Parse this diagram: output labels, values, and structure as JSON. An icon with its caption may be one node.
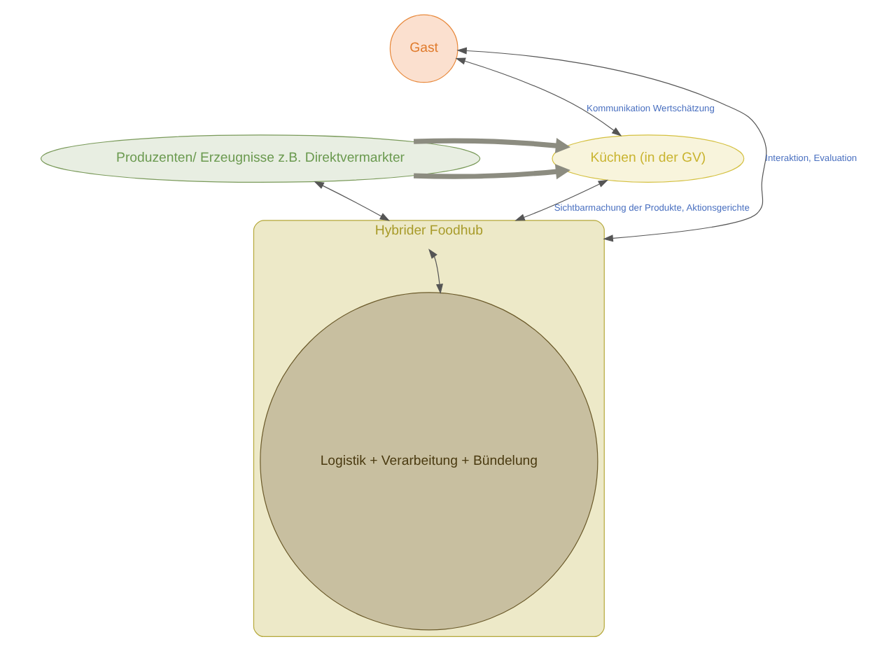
{
  "diagram": {
    "nodes": [
      {
        "text": [
          "Gast"
        ]
      },
      {
        "text": [
          "Produzenten/ Erzeugnisse z.B. Direktvermarkter"
        ]
      },
      {
        "text": [
          "Küchen (in der GV)"
        ]
      },
      {
        "text": [
          "Hybrider Foodhub"
        ]
      },
      {
        "text": [
          "Logistik + Verarbeitung + Bündelung"
        ],
        "in": 3
      }
    ],
    "edges": [
      {
        "from": 0,
        "to": 2,
        "arrow": "both",
        "label": "Kommunikation Wertschätzung"
      },
      {
        "from": 1,
        "to": 2,
        "arrow": "to",
        "style": "thick",
        "color": "#8c8c80"
      },
      {
        "from": 3,
        "to": 0,
        "arrow": "both",
        "label": "Interaktion, Evaluation"
      },
      {
        "from": 1,
        "to": 3,
        "arrow": "both"
      },
      {
        "from": 3,
        "to": 2,
        "arrow": "both",
        "label": "Sichtbarmachung der Produkte, Aktionsgerichte"
      },
      {
        "from": 3,
        "to": 4,
        "arrow": "both"
      },
      {
        "from": 1,
        "to": 2,
        "arrow": "to",
        "style": "thick",
        "color": "#8c8c80"
      }
    ]
  }
}
